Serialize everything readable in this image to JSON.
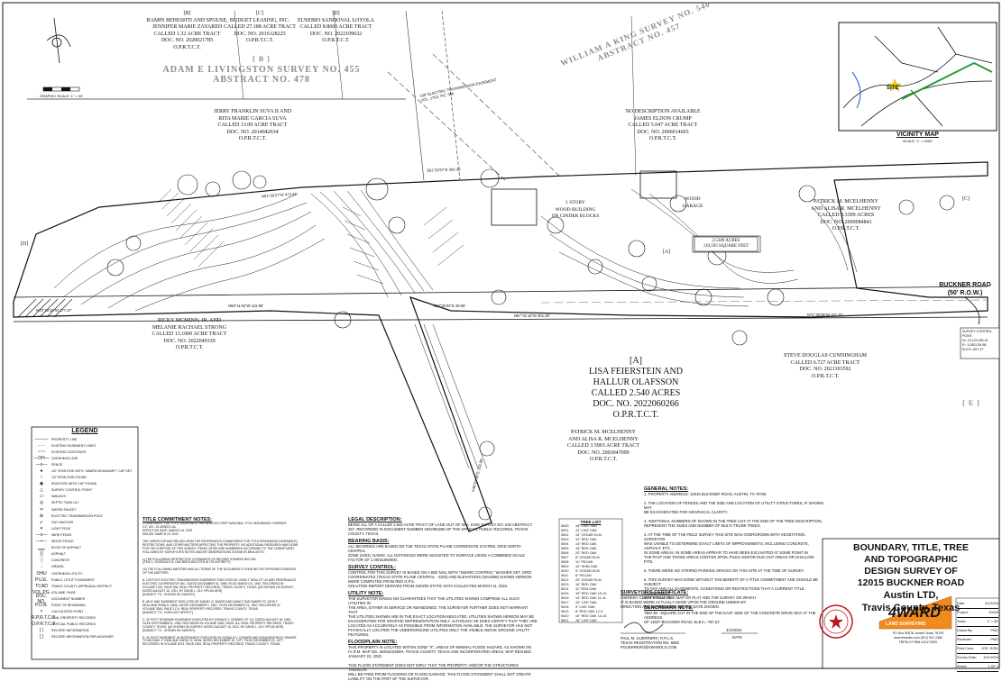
{
  "scale": {
    "label": "GRAPHIC SCALE: 1\" = 30'"
  },
  "surveys": {
    "west": "ADAM E LIVINGSTON SURVEY NO. 455\nABSTRACT NO. 478",
    "west_tag": "[ B ]",
    "north": "WILLIAM A KING SURVEY NO. 540\nABSTRACT NO. 457"
  },
  "adjoiners": {
    "B": "[B]\nRAMIN BEHESHTI AND SPOUSE,\nJENNIFER MARIE ZAYAREH\nCALLED 1.32 ACRE TRACT\nDOC. NO. 2020021785\nO.P.R.T.C.T.",
    "C": "[C]\nBUDGET LEASING, INC.\nCALLED 27.188 ACRE TRACT\nDOC. NO. 2016128225\nO.P.R.T.C.T.",
    "D": "[D]\nEUSEBIO SANDOVAL LOYOLA\nCALLED 8.8600 ACRE TRACT\nDOC. NO. 2022109632\nO.P.R.T.C.T.",
    "jerry": "JERRY FRANKLIN SUVA II AND\nRITA MARIE GARCIA SUVA\nCALLED 13.09 ACRE TRACT\nDOC. NO. 2014042634\nO.P.R.T.C.T.",
    "crump": "NO DESCRIPTION AVAILABLE\nJAMES ELDON CRUMP\nCALLED 5.047 ACRE TRACT\nDOC. NO. 2006014603\nO.P.R.T.C.T.",
    "mcelhenny_e": "PATRICK M. MCELHENNY\nAND ALISA R. MCELHENNY\nCALLED 0.3399 ACRES\nDOC. NO. 2000084841\nO.P.R.T.C.T.",
    "mcminn": "RICKY MCMINN, JR. AND\nMELANIE RACHAEL STRONG\nCALLED 13.1000 ACRE TRACT\nDOC. NO. 2022049339\nO.P.R.T.C.T.",
    "subject": "[A]\nLISA FEIERSTEIN AND\nHALLUR OLAFSSON\nCALLED 2.540 ACRES\nDOC. NO. 2022060266\nO.P.R.T.C.T.",
    "mcelhenny_s": "PATRICK M. MCELHENNY\nAND ALISA R. MCELHENNY\nCALLED 3.5963 ACRE TRACT\nDOC. NO. 2003047099\nO.P.R.T.C.T.",
    "cunningham": "STEVE DOUGLAS CUNNINGHAM\nCALLED 6.727 ACRE TRACT\nDOC. NO. 2021103592\nO.P.R.T.C.T."
  },
  "structures": {
    "building": "1 STORY\nWOOD BUILDING\nON CINDER BLOCKS",
    "garage": "WOOD\nGARAGE",
    "area_box": "2.5389 ACRES\n110,593 SQUARE FEET",
    "tract_a": "[A]"
  },
  "road": {
    "name": "BUCKNER ROAD",
    "row": "(50' R.O.W.)"
  },
  "vicinity": {
    "title": "VICINITY MAP",
    "scale": "SCALE: 1\" = 2000'",
    "site": "SITE"
  },
  "legend": {
    "title": "LEGEND",
    "items": [
      "PROPERTY LINE",
      "EXISTING EASEMENT LINES",
      "EXISTING CONTOURS",
      "OVERHEAD LINE",
      "FENCE",
      "1/2\" IRON ROD WITH \"4WARD BOUNDARY\" CAP SET",
      "1/2\" IRON ROD FOUND",
      "IRON ROD WITH CAP FOUND",
      "SURVEY CONTROL POINT",
      "MAILBOX",
      "SEPTIC TANK LID",
      "WATER FAUCET",
      "ELECTRIC TRANSMISSION POLE",
      "GUY ANCHOR",
      "LIGHT POLE",
      "WIRE FENCE",
      "WOOD FENCE",
      "EDGE OF ASPHALT",
      "ASPHALT",
      "CONCRETE",
      "GRAVEL",
      "OVERHEAD UTILITY",
      "PUBLIC UTILITY EASEMENT",
      "TRAVIS COUNTY APPRAISAL DISTRICT",
      "VOLUME, PAGE",
      "DOCUMENT NUMBER",
      "POINT OF BEGINNING",
      "CALCULATED POINT",
      "REAL PROPERTY RECORDS",
      "OFFICIAL PUBLIC RECORDS",
      "RECORD INFORMATION",
      "RECORD INFORMATION PER ADJOINER"
    ],
    "symbols": [
      "———",
      "- - -",
      "~~~",
      "—OH—",
      "—x—",
      "●",
      "○",
      "◉",
      "△",
      "▭",
      "◎",
      "ᴪ",
      "⊕",
      "↙",
      "✶",
      "—x—",
      "—▪—",
      "▁▁",
      "▒",
      "░",
      "∴",
      "OHU",
      "P.U.E.",
      "TCAD",
      "VOL.PG.",
      "DOC. NO.",
      "P.O.B.",
      "×",
      "R.P.R.T.C.T.",
      "O.P.R.T.C.T.",
      "( )",
      "[ ]"
    ]
  },
  "notes": {
    "title_commitment_h": "TITLE COMMITMENT NOTES:",
    "title_commitment": "COMMITMENT FOR TITLE INSURANCE PREPARED BY FIRST NATIONAL TITLE INSURANCE COMPANY\nG.F. NO.: 22-4006371-AL\nEFFECTIVE DATE: MARCH 14, 2022\nISSUED: MARCH 24, 2022\n\nTHE SURVEYOR HAS RELIED UPON THE REFERENCED COMMITMENT FOR TITLE REGARDING EASEMENTS,\nRESTRICTIONS, AND OTHER MATTERS AFFECTING THE PROPERTY. NO ADDITIONAL RESEARCH WAS DONE\nFOR THE PURPOSE OF THIS SURVEY. ITEMS LISTED ARE NUMBERED ACCORDING TO THE COMMITMENT,\nFOLLOWED BY SURVEYOR'S NOTES AND/OR OBSERVATIONS SHOWN IN BRACKETS.\n\n1) THE FOLLOWING RESTRICTIVE COVENANTS OF RECORD ITEMIZED BELOW:\n[ITEM 1, SCHEDULE B, HAS BEEN DELETED IN ITS ENTIRETY]\n\n10) THE FOLLOWING MATTERS AND ALL TERMS OF THE DOCUMENTS CREATING OR OFFERING EVIDENCE\nOF THE MATTERS:\n\nA. 100 FOOT ELECTRIC TRANSMISSION EASEMENT EXECUTED BY JOHN T. NEAL ET UX AND PEDERNALES\nELECTRIC COOPERATIVE INC. DATED DECEMBER 16, 1966, FILED MARCH 21, 1967, RECORDED IN\nVOLUME 1763, PAGE 596, REAL PROPERTY RECORDS, TRAVIS COUNTY, TEXAS. [AS SHOWN ON SURVEY\nDATED AUGUST 16, 2021, BY DAVID L. GLY, RPLS# 4678]\n[SUBJECT TO - SHOWN ON SURVEY]\n\nB. AN 8' WAY EASEMENT EXECUTED BY DANNY G. BAKER AND NANCY SUE BAKER TO JOHN T.\nNEAL AND EDNA D. NEAL DATED DECEMBER 1, 1967, FILED DECEMBER 21, 1967, RECORDED IN\nVOLUME 3264, PAGE 1174, REAL PROPERTY RECORDS, TRAVIS COUNTY, TEXAS.\n[SUBJECT TO - DOES NOT AFFECT]\n\nC. 20 FOOT ROADWAY EASEMENT EXECUTED BY DONALD V. CRADER, ET UX, DATED AUGUST 18, 1963,\nFILED SEPTEMBER 6, 1963, RECORDED IN VOLUME 2663, PAGE 114, REAL PROPERTY RECORDS, TRAVIS\nCOUNTY, TEXAS. [AS SHOWN ON SURVEY DATED AUGUST 16, 2021, BY DAVID L. GLY, RPLS# 4678]\n[SUBJECT TO - SHOWN ON SURVEY]\n\nD. 30 FOOT EASEMENT IN INSTRUMENT EXECUTED BY DONALD V. CRADER AND EDNA BEATRICE CRADER\nTO MICHAEL F. KINN AND CAROL D. KINN, DATED DECEMBER 19, 1977, FILED DECEMBER 22, 1977,\nRECORDED IN VOLUME 6074, PAGE 1591, REAL PROPERTY RECORDS, TRAVIS COUNTY, TEXAS.",
    "legal_h": "LEGAL DESCRIPTION:",
    "legal": "BEING ALL OF A CALLED 2.540 ACRE TRACT OF LAND OUT OF W.A. KING SURVEY NO. 540 ABSTRACT\n457, RECORDED IN DOCUMENT NUMBER 2022060266 OF THE OFFICIAL PUBLIC RECORDS, TRAVIS\nCOUNTY, TEXAS.",
    "bearing_h": "BEARING BASIS:",
    "bearing": "ALL BEARINGS ARE BASED ON THE TEXAS STATE PLANE COORDINATE SYSTEM, GRID NORTH CENTRAL\nZONE (4203), NAD83. ALL DISTANCES WERE ADJUSTED TO SURFACE USING A COMBINED SCALE\nFACTOR OF 1.00011650000.",
    "control_h": "SURVEY CONTROL:",
    "control": "CONTROL FOR THIS SURVEY IS BASED ON A 60D NAIL WITH \"4WARD CONTROL\" WASHER SET, GRID\nCOORDINATES (TEXAS STATE PLANE CENTRAL - 4203) AND ELEVATIONS (NAVD88) SHOWN HEREON\nWERE COMPUTED FROM RED G.P.S.\nSOLUTION REPORT DERIVED FROM 4WARD STATIC DATA COLLECTED MARCH 11, 2024.",
    "utility_h": "UTILITY NOTE:",
    "utility": "THE SURVEYOR MAKES NO GUARANTEES THAT THE UTILITIES SHOWN COMPRISE ALL SUCH UTILITIES IN\nTHE AREA, EITHER IN SERVICE OR ABANDONED. THE SURVEYOR FURTHER DOES NOT WARRANT THAT\nTHE UTILITIES SHOWN ARE IN THE EXACT LOCATION INDICATED. UTILITIES SHOWN HEREON MAY BE\nEXAGGERATED FOR GRAPHIC REPRESENTATION ONLY. ALTHOUGH HE DOES CERTIFY THAT THEY ARE\nLOCATED AS ACCURATELY AS POSSIBLE FROM INFORMATION AVAILABLE. THE SURVEYOR HAS NOT\nPHYSICALLY LOCATED THE UNDERGROUND UTILITIES ONLY THE VISIBLE ABOVE GROUND UTILITY\nFEATURES.",
    "flood_h": "FLOODPLAIN NOTE:",
    "flood": "THIS PROPERTY IS LOCATED WITHIN ZONE \"X\", AREAS OF MINIMAL FLOOD HAZARD, AS SHOWN ON\nF.I.R.M. MAP NO. 48453C0260H, TRAVIS COUNTY, TEXAS AND INCORPORATED AREAS, MAP REVISED\nJANUARY 22, 2020.\n\nTHIS FLOOD STATEMENT DOES NOT IMPLY THAT THE PROPERTY AND/OR THE STRUCTURES THEREON\nWILL BE FREE FROM FLOODING OR FLOOD DAMAGE. THIS FLOOD STATEMENT SHALL NOT CREATE\nLIABILITY ON THE PART OF THE SURVEYOR.",
    "general_h": "GENERAL NOTES:",
    "general": "1. PROPERTY ADDRESS: 12015 BUCKNER ROAD, AUSTIN, TX 78726\n\n2. THE LOCATION OF FENCES AND THE SIZE AND LOCATION OF UTILITY STRUCTURES, IF SHOWN, MAY\nBE EXAGGERATED FOR GRAPHICAL CLARITY.\n\n3. ADDITIONAL NUMBERS OF SHOWN IN THE TREE LIST AT THE END OF THE TREE DESCRIPTION,\nREPRESENT THE SIZES AND NUMBER OF MULTI-TRUNK TREES.\n\n4. AT THE TIME OF THE FIELD SURVEY THIS SITE WAS OVERGROWN WITH VEGETATION. SURVEYOR\nWAS UNABLE TO DETERMINE EXACT LIMITS OF IMPROVEMENTS, INCLUDING CONCRETE, ASPHALT, ETC.\nIN SOME AREAS. IN SOME AREAS APPEAR TO HAVE BEEN EXCAVATED AT SOME POINT IN\nTHE PAST AND THOSE AREAS CONTAIN SPOIL PILES AND/OR DUG OUT AREAS OR SHALLOW PITS.\n\n5. THERE WERE NO STRIPED PARKING SPACES ON THIS SITE AT THE TIME OF SURVEY.\n\n6. THIS SURVEY WAS DONE WITHOUT THE BENEFIT OF A TITLE COMMITMENT AND SHOULD BE SUBJECT\nTO ANY AND ALL EASEMENTS, CONDITIONS OR RESTRICTIONS THAT A CURRENT TITLE COMMITMENT\nMAY DISCLOSE.",
    "benchmark_h": "BENCHMARK NOTE:",
    "benchmark": "TBM 38 - SQUARE CUT IN THE END OF THE EAST SIDE OF THE CONCRETE DRIVE WAY AT THE ADDRESS\nOF 11937 BUCKNER ROAD, ELEV.= 787.01'",
    "cert_h": "SURVEYOR'S CERTIFICATE:",
    "cert": "I HEREBY CERTIFY THAT THIS MAP OR PLAT AND THE SURVEY ON WHICH\nIT IS BASED WERE ACTUALLY MADE UPON THE GROUND UNDER MY\nDIRECTION AND SUPERVISION ON THE DATE SHOWN.",
    "signer": "PAUL M. GUERRERO, R.P.L.S.\nTEXAS REGISTRATION NO. 6882\nPGUERRERO@4WARDLS.COM",
    "sign_date": "4/1/2024",
    "date_label": "DATE"
  },
  "tree_list": {
    "title": "TREE LIST",
    "rows": [
      [
        "5500",
        "18\" LIVE OAK"
      ],
      [
        "5501",
        "12\" LIVE OAK"
      ],
      [
        "5502",
        "13\" CEDAR ELM"
      ],
      [
        "5503",
        "12\" RED OAK"
      ],
      [
        "5504",
        "14\" RED OAK"
      ],
      [
        "5505",
        "15\" RED OAK"
      ],
      [
        "5506",
        "20\" RED OAK"
      ],
      [
        "5507",
        "8\" CEDAR ELM"
      ],
      [
        "5508",
        "11\" PECAN"
      ],
      [
        "5509",
        "10\" SHIN OAK"
      ],
      [
        "5510",
        "9\" CEDAR ELM"
      ],
      [
        "5511",
        "8\" PECAN"
      ],
      [
        "5512",
        "20\" CEDAR ELM"
      ],
      [
        "5513",
        "16\" RED OAK"
      ],
      [
        "5514",
        "11\" RED OAK"
      ],
      [
        "5515",
        "15\" RED OAK 10-10"
      ],
      [
        "5516",
        "14\" RED OAK 11-11"
      ],
      [
        "5517",
        "10\" LIVE OAK"
      ],
      [
        "5518",
        "9\" LIVE OAK"
      ],
      [
        "5519",
        "8\" RED OAK 12-5"
      ],
      [
        "5520",
        "10\" RED OAK 14-15"
      ],
      [
        "5521",
        "16\" LIVE OAK"
      ]
    ]
  },
  "title_block": {
    "line1": "BOUNDARY, TITLE, TREE",
    "line2": "AND TOPOGRAPHIC",
    "line3": "DESIGN SURVEY OF",
    "line4": "12015 BUCKNER ROAD",
    "line5": "Austin LTD,",
    "line6": "Travis County, Texas",
    "company": "4WARD",
    "company_sub": "LAND SURVEYING",
    "address": "PO Box 90876, Austin Texas 78709\nwww.4wardls.com (512) 537-2384\nTBPELS FIRM #10174300",
    "meta_labels": [
      "Date:",
      "Project:",
      "Scale:",
      "Drawn By:",
      "Reviewer:",
      "Field Crew:",
      "Survey Date:",
      "Sheet:"
    ],
    "meta_values": [
      "4/1/2024",
      "00000",
      "1\" = 30'",
      "PMG",
      "PMG",
      "JOE, ROB.",
      "3/11/2024",
      "1 OF 1"
    ]
  },
  "callouts": {
    "bearing_n1": "S61°29'37\"E 304.36'",
    "bearing_n0": "N61°29'37\"W 472.41'",
    "bearing_s1": "N57°31'10\"W 301.29'",
    "bearing_s2": "N58°11'42\"W 115.95'",
    "bearing_w": "N70°16'15\"W 177.47'",
    "bearing_e": "N71°39'28\"W 181.20'",
    "bearing_se": "N58°20'34\"E 49.85'",
    "bearing_s3": "S46°07'16\"E 103.99'",
    "easement": "100' ELECTRIC TRANSMISSION EASEMENT\nVOL. 1763, PG. 596",
    "control_box": "SURVEY CONTROL POINT\nN= 10,124,290.41\nE= 3,083,034.88\nELEV= 807.47'",
    "tag_c": "[C]",
    "tag_d": "[D]",
    "tag_e": "[ E ]"
  }
}
